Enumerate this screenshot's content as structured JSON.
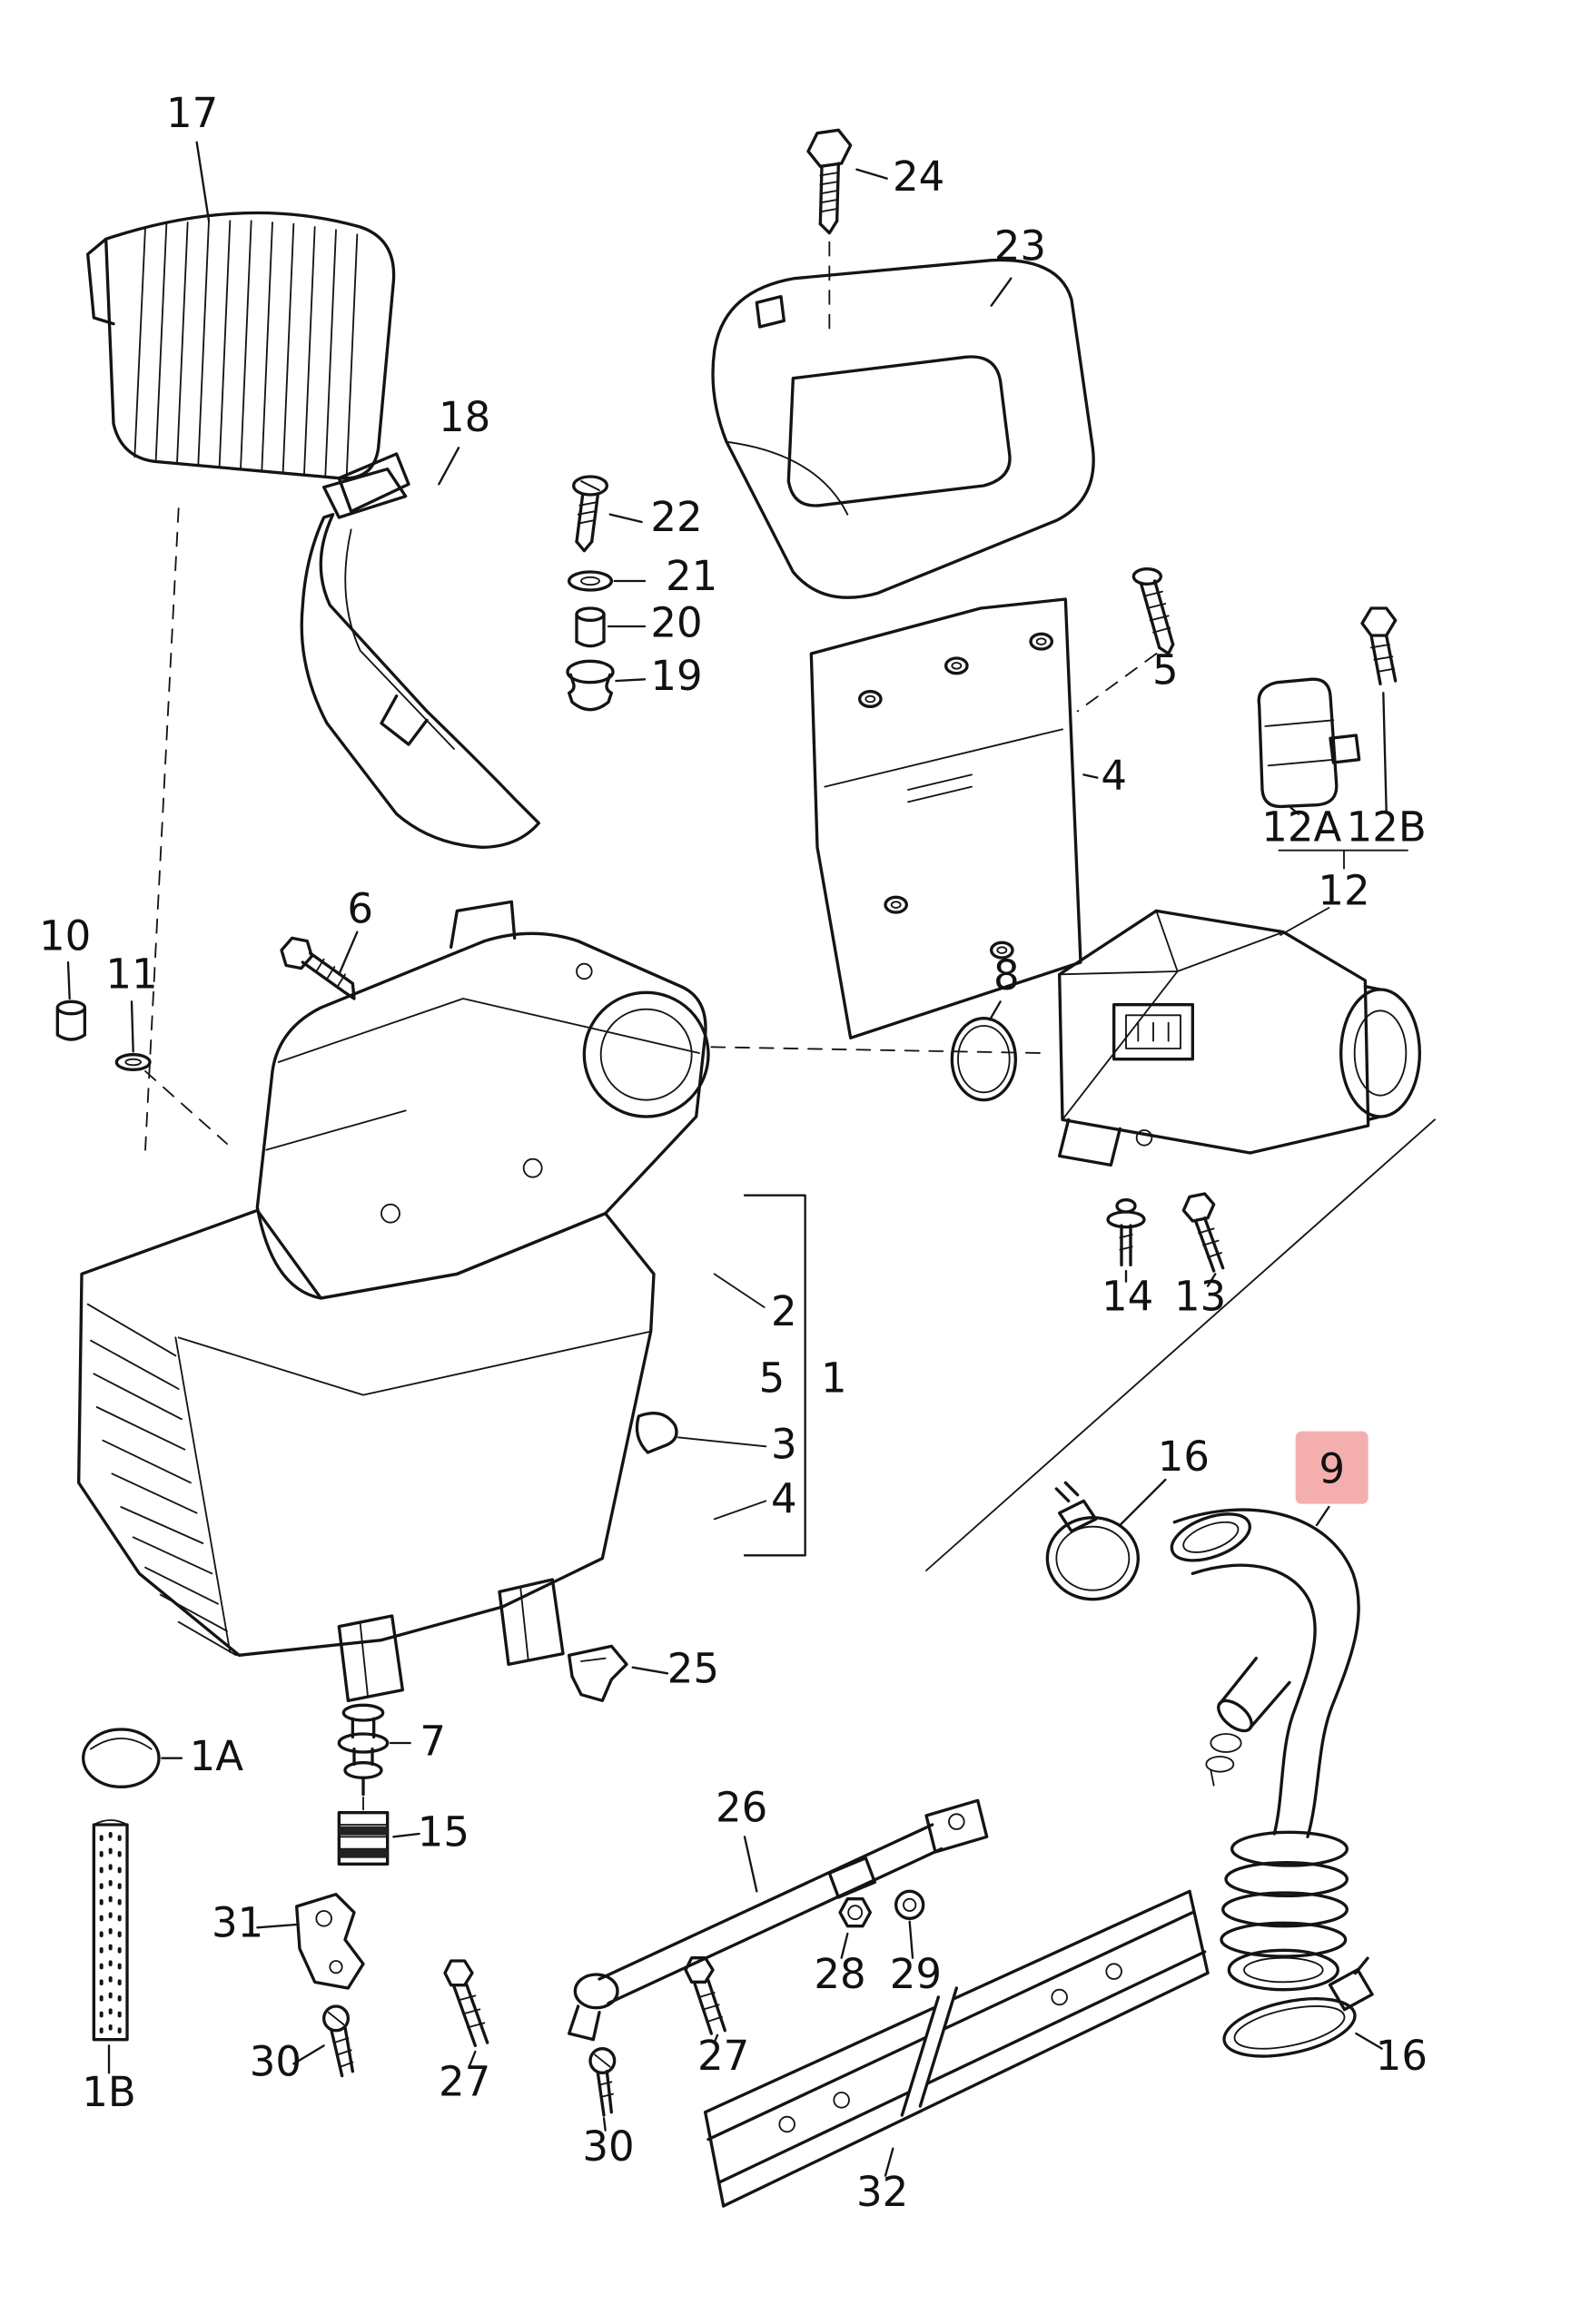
{
  "colors": {
    "highlight": "#f4aeae",
    "line": "#141414",
    "background": "#ffffff"
  },
  "labels": {
    "p17": "17",
    "p24": "24",
    "p23": "23",
    "p18": "18",
    "p22": "22",
    "p21": "21",
    "p20": "20",
    "p19": "19",
    "p5_screw": "5",
    "p4_plate": "4",
    "p12a": "12A",
    "p12b": "12B",
    "p12": "12",
    "p10": "10",
    "p11": "11",
    "p6": "6",
    "p8": "8",
    "p2": "2",
    "p5_grp": "5",
    "p1": "1",
    "p3": "3",
    "p4_grp": "4",
    "p14": "14",
    "p13": "13",
    "p16_a": "16",
    "p9": "9",
    "p25": "25",
    "p7": "7",
    "p1a": "1A",
    "p15": "15",
    "p26": "26",
    "p31": "31",
    "p30_a": "30",
    "p27_a": "27",
    "p27_b": "27",
    "p30_b": "30",
    "p28": "28",
    "p29": "29",
    "p16_b": "16",
    "p32": "32",
    "p1b": "1B"
  }
}
